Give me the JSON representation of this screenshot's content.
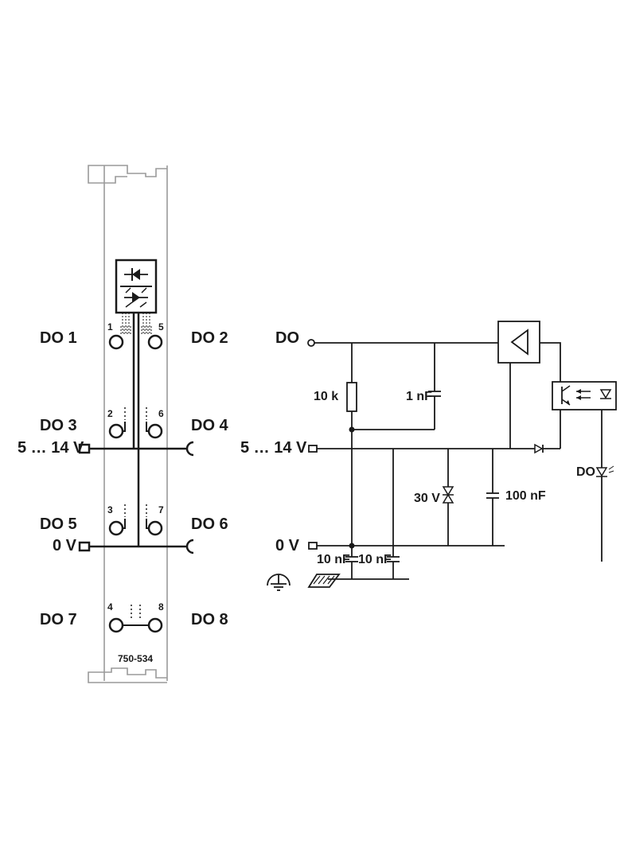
{
  "module": {
    "part_number": "750-534",
    "terminals": {
      "t1": "1",
      "t2": "2",
      "t3": "3",
      "t4": "4",
      "t5": "5",
      "t6": "6",
      "t7": "7",
      "t8": "8"
    },
    "outputs": {
      "do1": "DO 1",
      "do2": "DO 2",
      "do3": "DO 3",
      "do4": "DO 4",
      "do5": "DO 5",
      "do6": "DO 6",
      "do7": "DO 7",
      "do8": "DO 8"
    },
    "supply_label": "5 … 14 V",
    "ground_label": "0 V"
  },
  "circuit": {
    "output_label": "DO",
    "supply_label": "5 … 14 V",
    "ground_label": "0 V",
    "resistor_label": "10 k",
    "cap_1_label": "1 nF",
    "tvs_label": "30 V",
    "cap_100_label": "100 nF",
    "cap_10a_label": "10 nF",
    "cap_10b_label": "10 nF",
    "led_label": "DO"
  }
}
